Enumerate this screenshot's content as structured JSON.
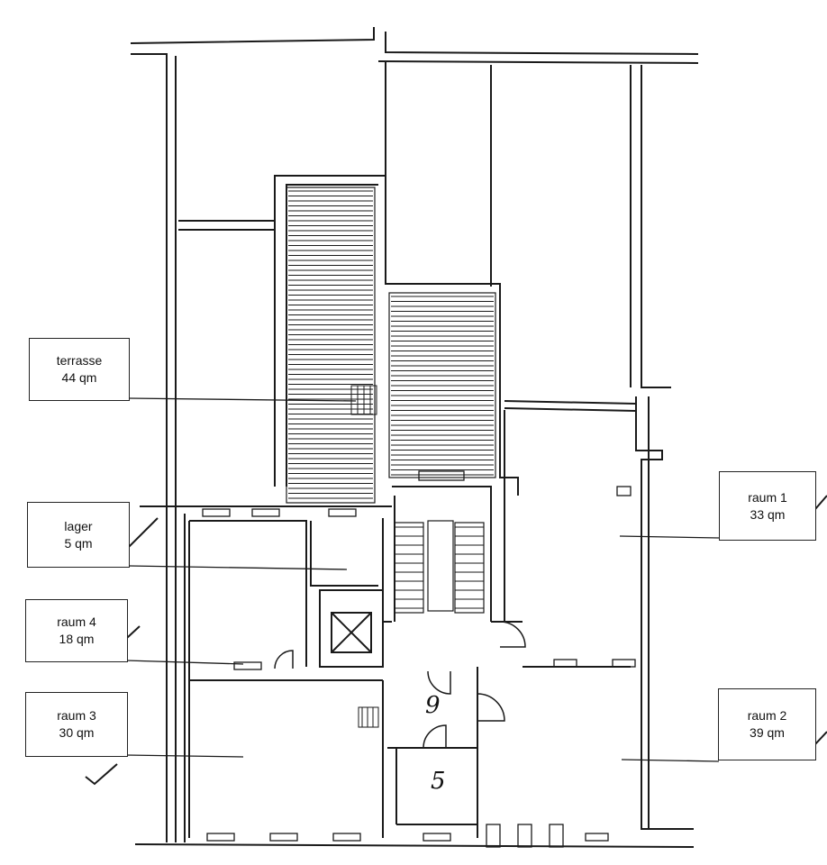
{
  "labels": {
    "terrasse": {
      "name": "terrasse",
      "area": "44 qm"
    },
    "lager": {
      "name": "lager",
      "area": "5 qm"
    },
    "raum4": {
      "name": "raum 4",
      "area": "18 qm"
    },
    "raum3": {
      "name": "raum 3",
      "area": "30 qm"
    },
    "raum1": {
      "name": "raum 1",
      "area": "33 qm"
    },
    "raum2": {
      "name": "raum 2",
      "area": "39 qm"
    }
  },
  "handwritten": {
    "nine": "9",
    "five": "5"
  },
  "colors": {
    "line": "#1a1a1a",
    "paper": "#ffffff"
  }
}
